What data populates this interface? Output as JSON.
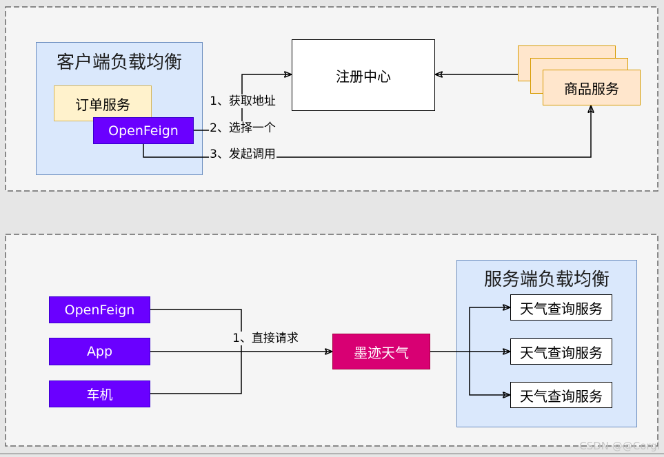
{
  "colors": {
    "page_background": "#e6e6e6",
    "panel_fill": "#f5f5f5",
    "panel_stroke": "#666666",
    "container_fill": "#dae8fc",
    "container_stroke": "#6c8ebf",
    "order_fill": "#fff2cc",
    "order_stroke": "#d6b656",
    "feign_fill": "#6a00ff",
    "feign_stroke": "#3700cc",
    "product_fill": "#ffe6cc",
    "product_stroke": "#d79b00",
    "gateway_fill": "#d80073",
    "gateway_stroke": "#a50040"
  },
  "client_side": {
    "title": "客户端负载均衡",
    "order_service": "订单服务",
    "openfeign": "OpenFeign",
    "step_get_address": "1、获取地址",
    "step_choose_one": "2、选择一个",
    "step_invoke": "3、发起调用"
  },
  "registry": "注册中心",
  "product_service_stack": [
    "商品服务",
    "商品服务",
    "商品服务"
  ],
  "server_side": {
    "clients": [
      "OpenFeign",
      "App",
      "车机"
    ],
    "step_direct_request": "1、直接请求",
    "gateway": "墨迹天气",
    "title": "服务端负载均衡",
    "instances": [
      "天气查询服务",
      "天气查询服务",
      "天气查询服务"
    ]
  },
  "watermark": "CSDN @@Corgi"
}
